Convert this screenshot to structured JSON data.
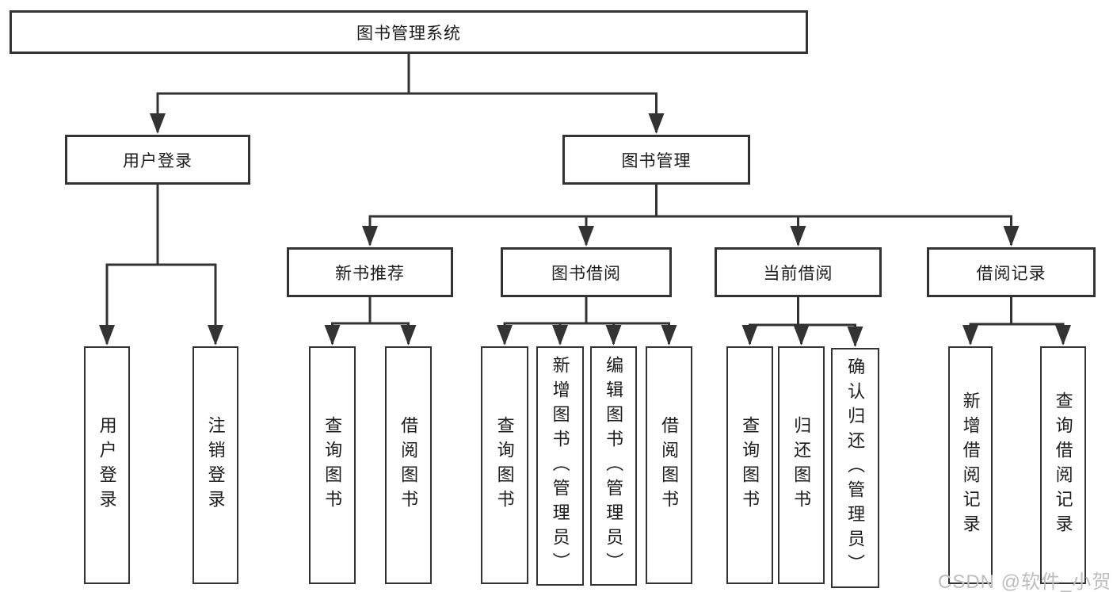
{
  "diagram": {
    "tree": {
      "label": "图书管理系统",
      "children": [
        {
          "label": "用户登录",
          "children": [
            {
              "label": "用户登录"
            },
            {
              "label": "注销登录"
            }
          ]
        },
        {
          "label": "图书管理",
          "children": [
            {
              "label": "新书推荐",
              "children": [
                {
                  "label": "查询图书"
                },
                {
                  "label": "借阅图书"
                }
              ]
            },
            {
              "label": "图书借阅",
              "children": [
                {
                  "label": "查询图书"
                },
                {
                  "label": "新增图书（管理员）"
                },
                {
                  "label": "编辑图书（管理员）"
                },
                {
                  "label": "借阅图书"
                }
              ]
            },
            {
              "label": "当前借阅",
              "children": [
                {
                  "label": "查询图书"
                },
                {
                  "label": "归还图书"
                },
                {
                  "label": "确认归还（管理员）"
                }
              ]
            },
            {
              "label": "借阅记录",
              "children": [
                {
                  "label": "新增借阅记录"
                },
                {
                  "label": "查询借阅记录"
                }
              ]
            }
          ]
        }
      ]
    },
    "colors": {
      "line": "#333333",
      "box_border": "#333333",
      "text": "#1c1c1c",
      "background": "#ffffff"
    }
  },
  "watermark": {
    "text": "CSDN @软件_小贺同学",
    "color": "#bdbdbd"
  }
}
